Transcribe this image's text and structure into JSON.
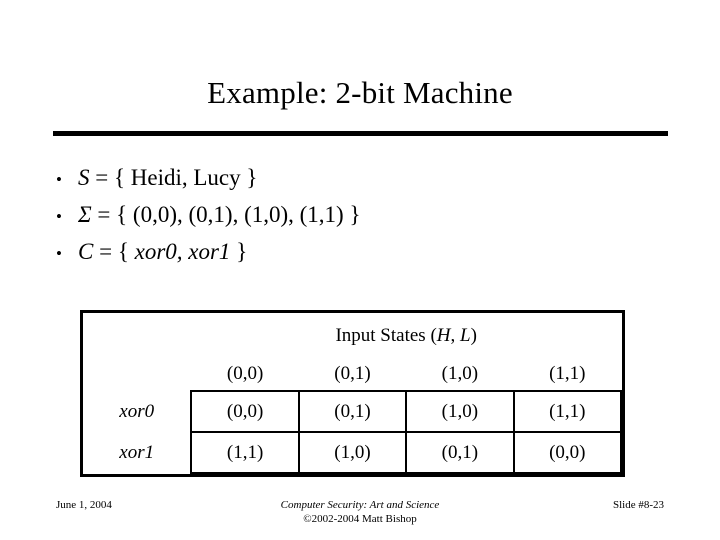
{
  "slide": {
    "title": "Example: 2-bit Machine",
    "bullets": [
      {
        "marker": "•",
        "var": "S",
        "rest": " = { Heidi, Lucy }"
      },
      {
        "marker": "•",
        "var": "Σ",
        "rest": " = { (0,0), (0,1), (1,0), (1,1) }"
      },
      {
        "marker": "•",
        "var": "C",
        "rest_pre": " = { ",
        "rest_italic": "xor0, xor1",
        "rest_post": " }"
      }
    ],
    "table": {
      "header_label": "Input States (",
      "header_var_h": "H",
      "header_sep": ", ",
      "header_var_l": "L",
      "header_close": ")",
      "column_headers": [
        "(0,0)",
        "(0,1)",
        "(1,0)",
        "(1,1)"
      ],
      "rows": [
        {
          "label": "xor0",
          "values": [
            "(0,0)",
            "(0,1)",
            "(1,0)",
            "(1,1)"
          ]
        },
        {
          "label": "xor1",
          "values": [
            "(1,1)",
            "(1,0)",
            "(0,1)",
            "(0,0)"
          ]
        }
      ]
    },
    "footer": {
      "date": "June 1, 2004",
      "citation": "Computer Security: Art and Science",
      "copyright": "©2002-2004 Matt Bishop",
      "slide_number": "Slide #8-23"
    }
  }
}
